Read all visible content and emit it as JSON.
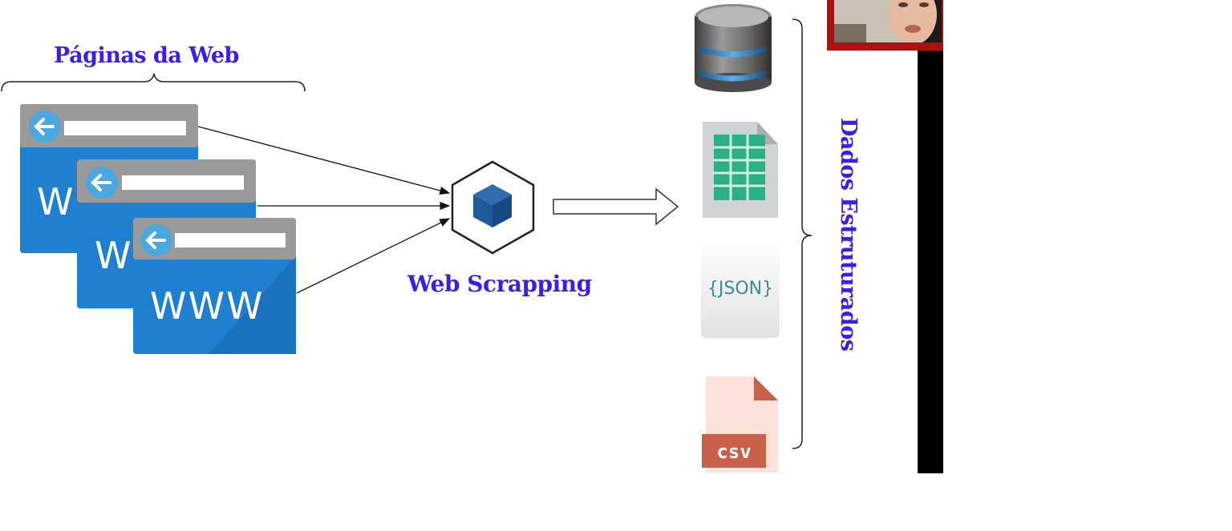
{
  "diagram": {
    "pages_title": "Páginas da Web",
    "www_label": "WWW",
    "scrapping_title": "Web Scrapping",
    "structured_title": "Dados Estruturados",
    "json_label": "{JSON}",
    "csv_label": "csv"
  },
  "colors": {
    "title_blue": "#3a1fe8",
    "browser_blue": "#1f7fd0",
    "browser_gray": "#9a9a9a",
    "cube_blue": "#1e5a9c",
    "csv_orange": "#c8604a",
    "sheet_green": "#2bb086",
    "webcam_border": "#b10f0f"
  },
  "icons": [
    "browser-window-icon",
    "cube-icon",
    "database-icon",
    "spreadsheet-icon",
    "json-file-icon",
    "csv-file-icon",
    "right-arrow-icon",
    "curly-brace"
  ]
}
